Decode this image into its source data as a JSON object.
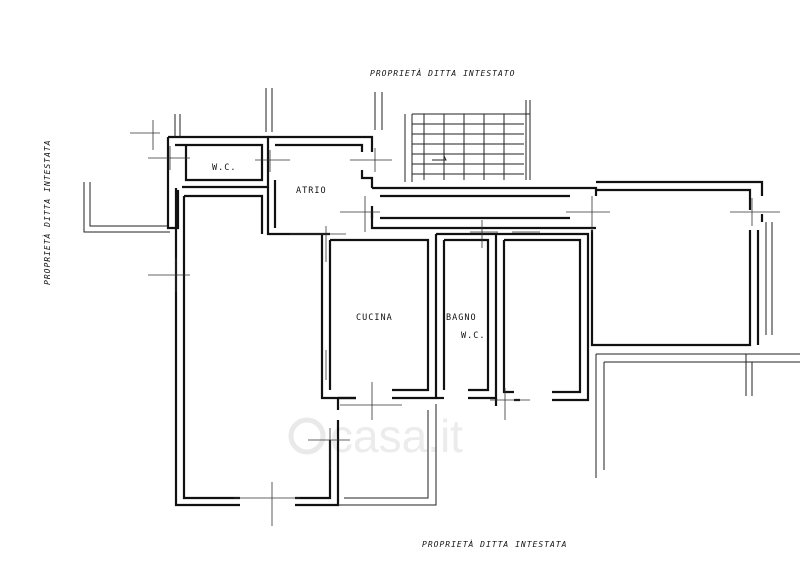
{
  "drawing": {
    "top_label": "PROPRIETÀ DITTA INTESTATO",
    "left_label": "PROPRIETÀ DITTA INTESTATA",
    "bottom_label": "PROPRIETÀ DITTA INTESTATA",
    "watermark": "casa.it"
  },
  "rooms": {
    "wc": "W.C.",
    "atrio": "ATRIO",
    "cucina": "CUCINA",
    "bagno_line1": "BAGNO",
    "bagno_line2": "W.C."
  }
}
